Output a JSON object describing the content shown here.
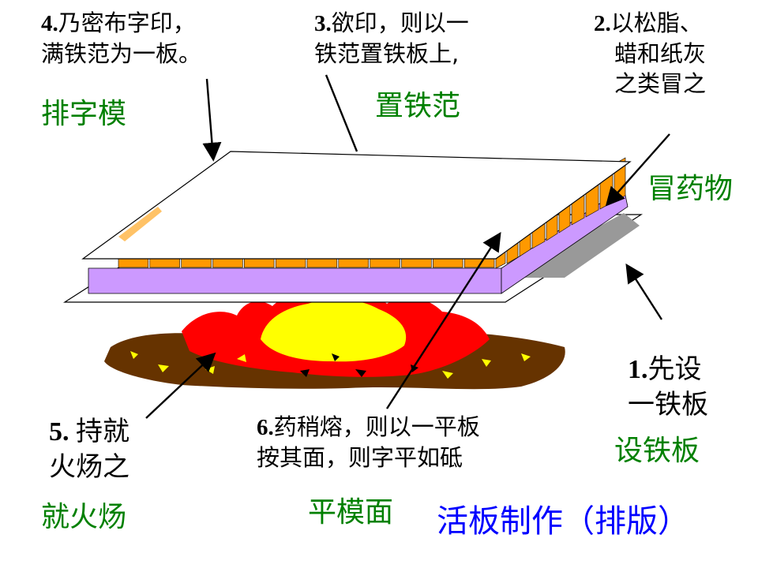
{
  "title": "活板制作（排版）",
  "steps": [
    {
      "num": "1.",
      "lines": [
        "先设",
        "一铁板"
      ],
      "label": "设铁板"
    },
    {
      "num": "2.",
      "lines": [
        "以松脂、",
        "蜡和纸灰",
        "之类冒之"
      ],
      "label": "冒药物"
    },
    {
      "num": "3.",
      "lines": [
        "欲印，则以一",
        "铁范置铁板上,"
      ],
      "label": "置铁范"
    },
    {
      "num": "4.",
      "lines": [
        "乃密布字印，",
        "满铁范为一板。"
      ],
      "label": "排字模"
    },
    {
      "num": "5. ",
      "lines": [
        "持就",
        "火炀之"
      ],
      "label": "就火炀"
    },
    {
      "num": "6.",
      "lines": [
        "药稍熔，则以一平板",
        "按其面，则字平如砥"
      ],
      "label": "平模面"
    }
  ],
  "colors": {
    "label": "#008000",
    "title": "#0000ff",
    "base_plate": "#ffffff",
    "grey_shadow": "#999999",
    "purple_plate": "#cc99ff",
    "type_blocks": "#ff9900",
    "fire_red": "#ff0000",
    "fire_yellow": "#ffff00",
    "fire_dark": "#663300"
  }
}
